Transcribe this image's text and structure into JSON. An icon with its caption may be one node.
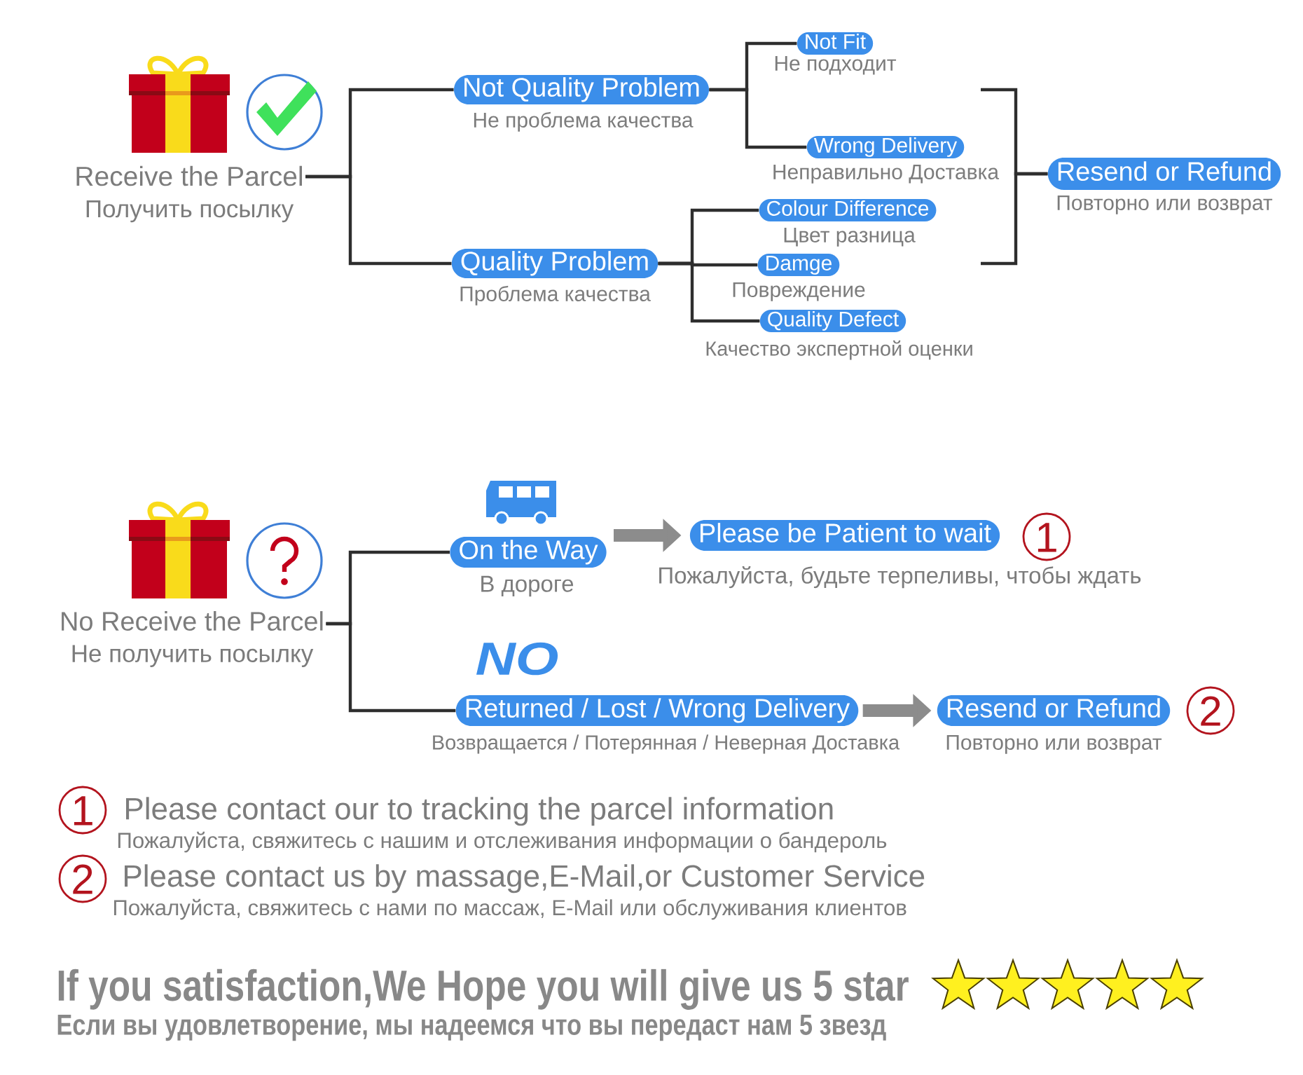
{
  "diagram": {
    "nodes": [
      {
        "text": [
          "Receive the Parcel",
          "Получить посылку"
        ]
      },
      {
        "text": [
          "Not Quality Problem"
        ],
        "beside": [
          "Не проблема качества"
        ]
      },
      {
        "text": [
          "Quality Problem"
        ],
        "beside": [
          "Проблема качества"
        ]
      },
      {
        "text": [
          "Not Fit"
        ],
        "beside": [
          "Не подходит"
        ]
      },
      {
        "text": [
          "Wrong Delivery"
        ],
        "beside": [
          "Неправильно Доставка"
        ]
      },
      {
        "text": [
          "Colour Difference"
        ],
        "beside": [
          "Цвет разница"
        ]
      },
      {
        "text": [
          "Damge"
        ],
        "beside": [
          "Повреждение"
        ]
      },
      {
        "text": [
          "Quality Defect"
        ],
        "beside": [
          "Качество экспертной оценки"
        ]
      },
      {
        "text": [
          "Resend or Refund"
        ],
        "beside": [
          "Повторно или возврат"
        ]
      },
      {
        "text": [
          "No Receive the Parcel",
          "Не получить посылку"
        ]
      },
      {
        "text": [
          "On the Way"
        ],
        "beside": [
          "В дороге"
        ]
      },
      {
        "text": [
          "Please be Patient to wait"
        ],
        "beside": [
          "Пожалуйста, будьте терпеливы, чтобы ждать"
        ]
      },
      {
        "text": [
          "Returned / Lost / Wrong Delivery"
        ],
        "beside": [
          "Возвращается / Потерянная / Неверная Доставка"
        ]
      },
      {
        "text": [
          "Resend or Refund"
        ],
        "beside": [
          "Повторно или возврат"
        ]
      }
    ],
    "edges": [
      {
        "from": 0,
        "to": 1,
        "arrow": "none"
      },
      {
        "from": 0,
        "to": 2,
        "arrow": "none"
      },
      {
        "from": 1,
        "to": 3,
        "arrow": "none"
      },
      {
        "from": 1,
        "to": 4,
        "arrow": "none"
      },
      {
        "from": 2,
        "to": 5,
        "arrow": "none"
      },
      {
        "from": 2,
        "to": 6,
        "arrow": "none"
      },
      {
        "from": 2,
        "to": 7,
        "arrow": "none"
      },
      {
        "from": null,
        "to": 8,
        "arrow": "none"
      },
      {
        "from": null,
        "to": 8,
        "arrow": "none"
      },
      {
        "from": 9,
        "to": 10,
        "arrow": "none"
      },
      {
        "from": 9,
        "to": 12,
        "arrow": "none"
      },
      {
        "from": 10,
        "to": 11,
        "arrow": "to",
        "style": "thick",
        "color": "#8c8c8c"
      },
      {
        "from": 12,
        "to": 13,
        "arrow": "to",
        "style": "thick",
        "color": "#8c8c8c"
      }
    ],
    "labels": [
      "1",
      "NO",
      "2",
      "1",
      "Please contact our to tracking the parcel information",
      "Пожалуйста, свяжитесь с нашим и отслеживания информации о бандероль",
      "2",
      "Please contact us by massage,E-Mail,or Customer Service",
      "Пожалуйста, свяжитесь с нами по массаж, E-Mail или обслуживания клиентов",
      "If you satisfaction,We Hope you will give us 5 star",
      "Если вы удовлетворение, мы надеемся что вы передаст нам 5 звезд"
    ]
  }
}
